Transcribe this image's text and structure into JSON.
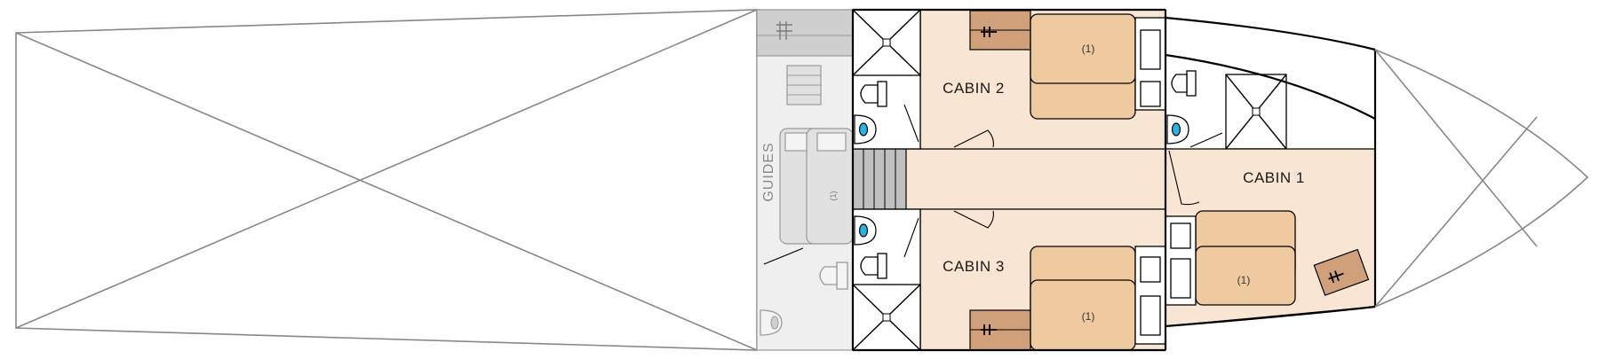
{
  "labels": {
    "cabin_1": "CABIN 1",
    "cabin_2": "CABIN 2",
    "cabin_3": "CABIN 3",
    "guides": "GUIDES",
    "bed_marker": "(1)"
  },
  "colors": {
    "cabin_fill": "#f8e5d3",
    "bed_fill": "#efc9a0",
    "wardrobe_fill": "#d0a07b",
    "guides_fill": "#efefef",
    "sink_accent": "#2bb3dd"
  }
}
